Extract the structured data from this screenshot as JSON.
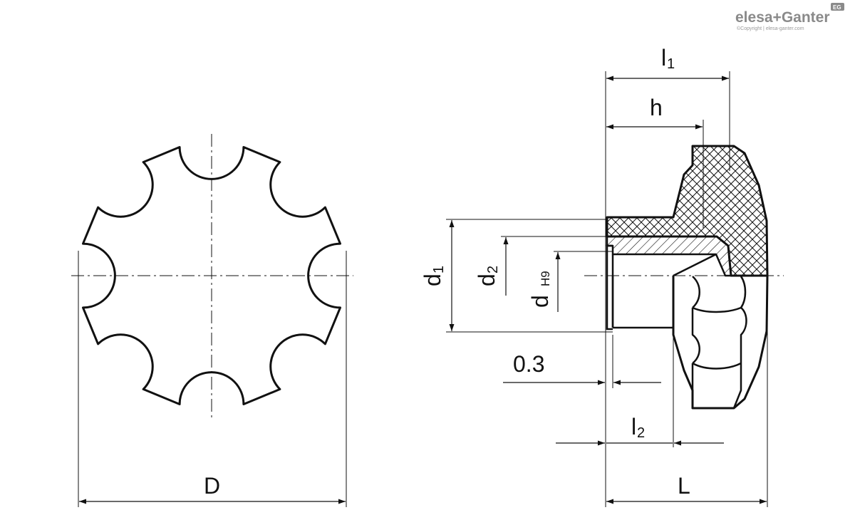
{
  "brand": {
    "name": "elesa+Ganter",
    "badge": "EG",
    "copyright": "©Copyright | elesa-ganter.com"
  },
  "dimensions": {
    "D": "D",
    "l1": "l",
    "l1_sub": "1",
    "h": "h",
    "d1": "d",
    "d1_sub": "1",
    "d2": "d",
    "d2_sub": "2",
    "d": "d",
    "d_tol": "H9",
    "clearance": "0.3",
    "l2": "l",
    "l2_sub": "2",
    "L": "L"
  },
  "colors": {
    "ink": "#111111",
    "brand": "#8a8a8a"
  }
}
